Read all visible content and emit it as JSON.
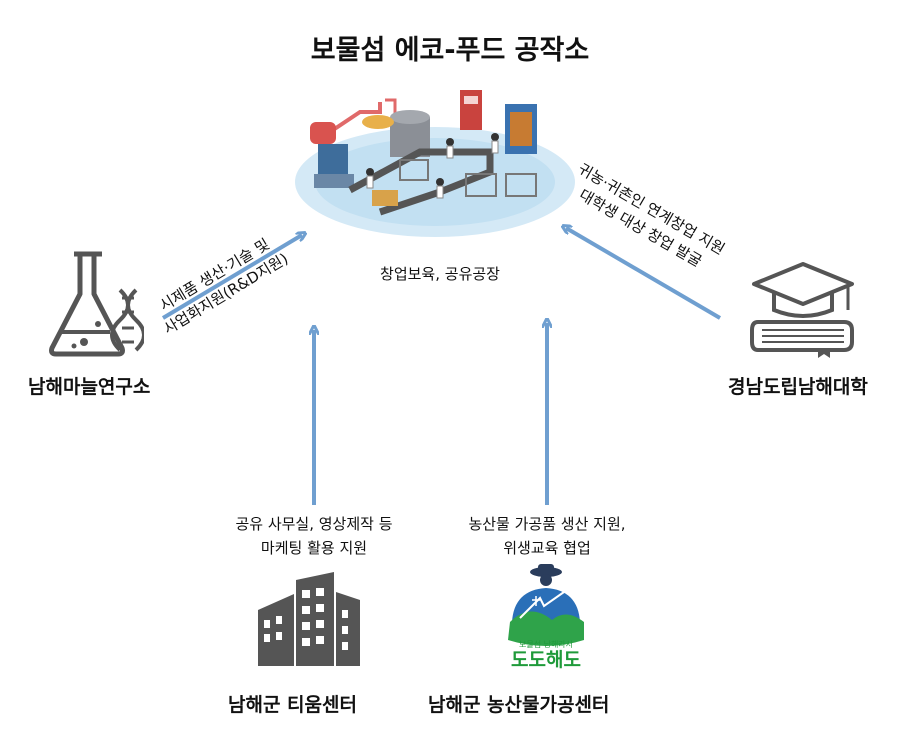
{
  "title": "보물섬 에코-푸드 공작소",
  "center_caption": "창업보육, 공유공장",
  "left": {
    "name": "남해마늘연구소",
    "edge_label_lines": [
      "시제품 생산·기술 및",
      "사업화지원(R&D지원)"
    ]
  },
  "right": {
    "name": "경남도립남해대학",
    "edge_label_lines": [
      "귀농·귀촌인 연계창업 지원",
      "대학생 대상 창업 발굴"
    ]
  },
  "bottom_left": {
    "name": "남해군 티움센터",
    "edge_label_lines": [
      "공유 사무실, 영상제작 등",
      "마케팅 활용 지원"
    ]
  },
  "bottom_right": {
    "name": "남해군 농산물가공센터",
    "edge_label_lines": [
      "농산물 가공품 생산 지원,",
      "위생교육 협업"
    ],
    "logo_text_small": "보물섬 남해라서",
    "logo_text_big": "도도해도"
  },
  "colors": {
    "arrow": "#6f9fd0",
    "platform": "#cfe6f4",
    "icon": "#555555",
    "logo_green": "#1f9a3a",
    "logo_blue": "#2a6fb8"
  },
  "icons": [
    "factory-illustration",
    "flask-dna-icon",
    "graduation-cap-book-icon",
    "office-building-icon",
    "farmer-logo-icon"
  ]
}
